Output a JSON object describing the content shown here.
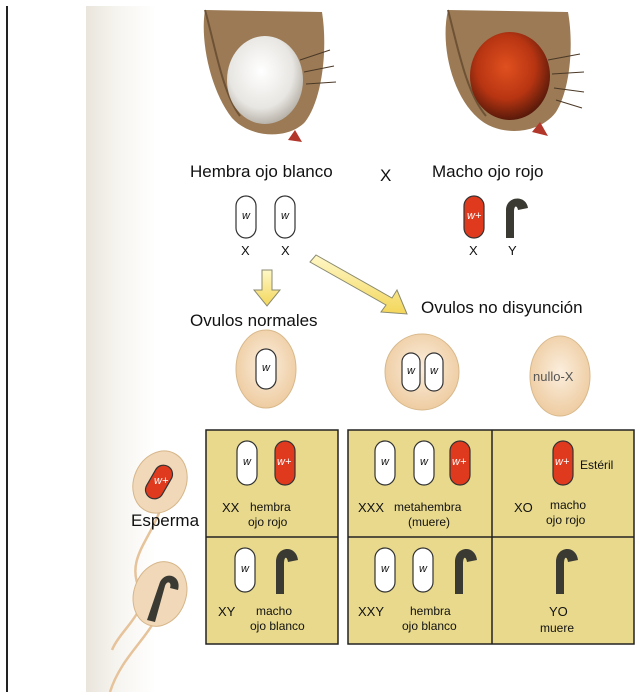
{
  "parents": {
    "female_label": "Hembra ojo blanco",
    "cross_symbol": "X",
    "male_label": "Macho ojo rojo",
    "female_chromosomes": [
      {
        "allele": "w",
        "sex": "X"
      },
      {
        "allele": "w",
        "sex": "X"
      }
    ],
    "male_chromosomes": [
      {
        "allele": "w+",
        "sex": "X"
      },
      {
        "allele": "",
        "sex": "Y"
      }
    ]
  },
  "eggs": {
    "normal_label": "Ovulos normales",
    "nondisjunction_label": "Ovulos no disyunción",
    "normal_egg": {
      "allele": "w"
    },
    "nondisjunction_egg": {
      "alleles": [
        "w",
        "w"
      ]
    },
    "null_egg": {
      "label": "nullo-X"
    }
  },
  "sperm": {
    "label": "Esperma",
    "x_sperm_allele": "w+"
  },
  "offspring": {
    "r1c1": {
      "genotype": "XX",
      "line1": "hembra",
      "line2": "ojo rojo",
      "alleles": [
        "w",
        "w+"
      ]
    },
    "r1c2": {
      "genotype": "XXX",
      "line1": "metahembra",
      "line2": "(muere)",
      "alleles": [
        "w",
        "w",
        "w+"
      ]
    },
    "r1c3": {
      "genotype": "XO",
      "line1": "macho",
      "line2": "ojo rojo",
      "note": "Estéril",
      "alleles": [
        "w+"
      ]
    },
    "r2c1": {
      "genotype": "XY",
      "line1": "macho",
      "line2": "ojo blanco",
      "alleles": [
        "w"
      ]
    },
    "r2c2": {
      "genotype": "XXY",
      "line1": "hembra",
      "line2": "ojo blanco",
      "alleles": [
        "w",
        "w"
      ]
    },
    "r2c3": {
      "genotype": "YO",
      "line1": "",
      "line2": "muere",
      "alleles": []
    }
  },
  "colors": {
    "white_chromosome": "#ffffff",
    "red_chromosome": "#e03a1e",
    "y_chromosome": "#3a3a33",
    "egg_fill": "#f3dcb8",
    "grid_fill": "#e8d98c",
    "arrow_fill": "#f6e27a"
  }
}
